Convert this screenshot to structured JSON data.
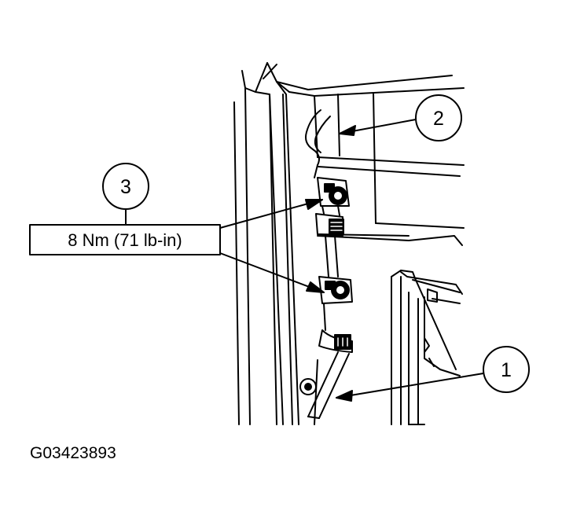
{
  "figure_id": "G03423893",
  "torque_label": "8 Nm (71 lb-in)",
  "callouts": [
    {
      "number": "1"
    },
    {
      "number": "2"
    },
    {
      "number": "3"
    }
  ],
  "colors": {
    "line": "#000000",
    "background": "#ffffff"
  }
}
